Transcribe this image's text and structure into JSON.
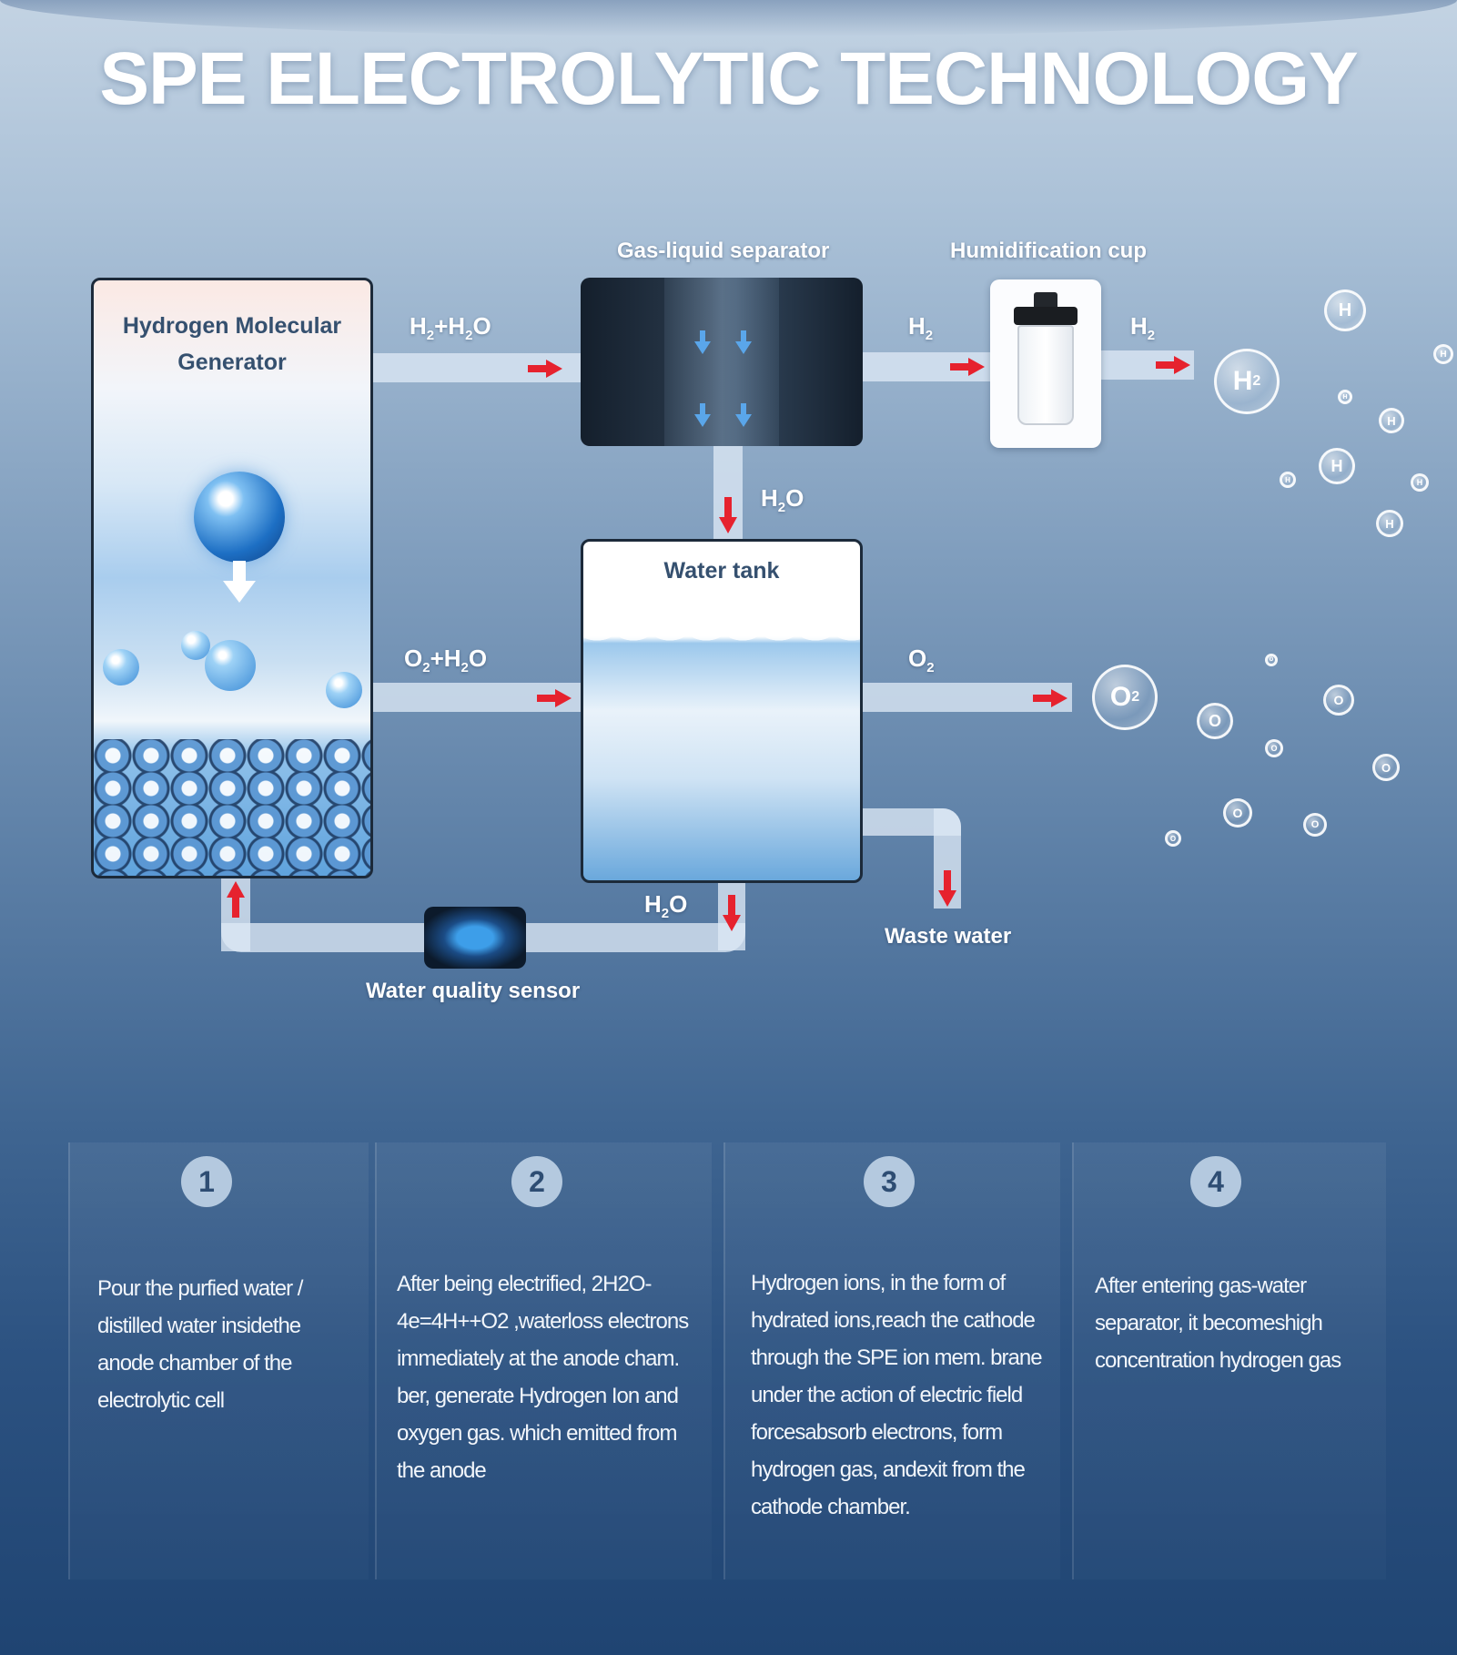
{
  "title": "SPE ELECTROLYTIC TECHNOLOGY",
  "components": {
    "generator": "Hydrogen Molecular Generator",
    "separator": "Gas-liquid separator",
    "humidifier": "Humidification cup",
    "water_tank": "Water tank",
    "waste_water": "Waste water",
    "sensor": "Water quality sensor"
  },
  "flows": {
    "h2_h2o": {
      "a": "H",
      "a_sub": "2",
      "plus": "+H",
      "b_sub": "2",
      "b": "O"
    },
    "h2_sep": {
      "a": "H",
      "a_sub": "2"
    },
    "h2_cup": {
      "a": "H",
      "a_sub": "2"
    },
    "h2o_sep": {
      "a": "H",
      "a_sub": "2",
      "b": "O"
    },
    "o2_h2o": {
      "a": "O",
      "a_sub": "2",
      "plus": "+H",
      "b_sub": "2",
      "b": "O"
    },
    "o2_out": {
      "a": "O",
      "a_sub": "2"
    },
    "h2o_return": {
      "a": "H",
      "a_sub": "2",
      "b": "O"
    }
  },
  "bubbles": {
    "h2_big": {
      "a": "H",
      "a_sub": "2"
    },
    "h2_small": "H",
    "o2_big": {
      "a": "O",
      "a_sub": "2"
    },
    "o2_small": "O"
  },
  "steps": [
    {
      "num": "1",
      "text": "Pour the purfied water / distilled water insidethe anode chamber of the electrolytic cell"
    },
    {
      "num": "2",
      "text": "After being electrified, 2H2O-4e=4H++O2 ,waterloss electrons immediately at the anode cham.   ber, generate Hydrogen Ion and oxygen gas. which emitted from the anode"
    },
    {
      "num": "3",
      "text": "Hydrogen ions, in the form of hydrated ions,reach the cathode through the SPE ion mem. brane under the action of electric field forcesabsorb electrons, form hydrogen gas, andexit from the cathode chamber."
    },
    {
      "num": "4",
      "text": "After entering gas-water separator, it becomeshigh concentration hydrogen gas"
    }
  ],
  "colors": {
    "arrow": "#e6222e",
    "pipe": "#dce8f5",
    "label_dark": "#35506f",
    "step_circle": "#b4c9df"
  }
}
